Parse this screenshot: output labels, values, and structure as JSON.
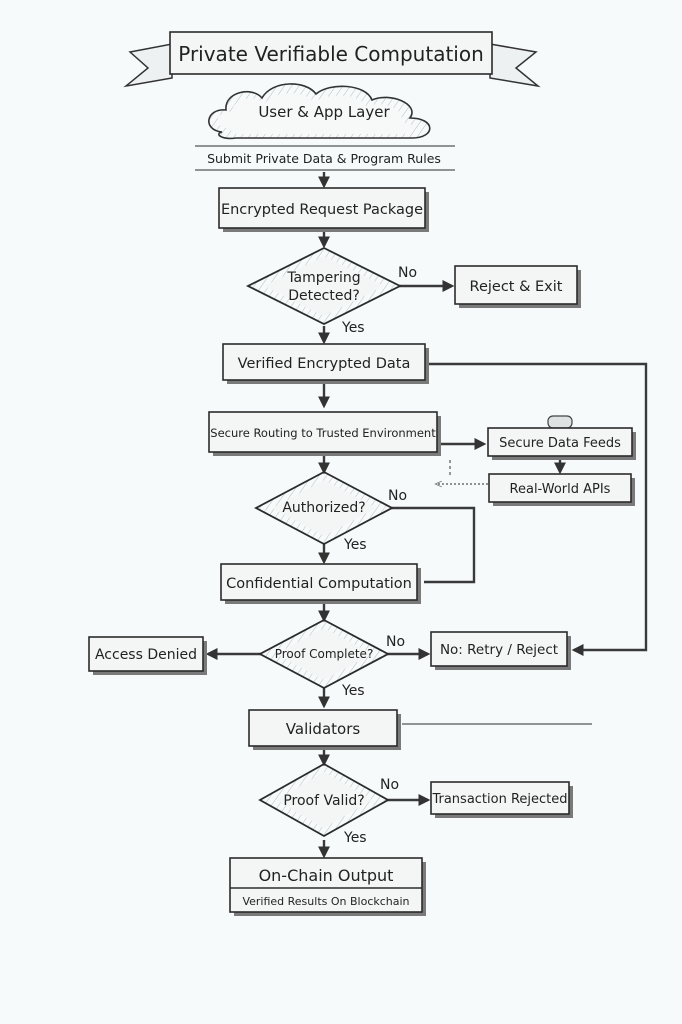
{
  "title": "Private Verifiable Computation",
  "nodes": {
    "user_layer": "User & App Layer",
    "submit": "Submit Private Data & Program Rules",
    "encrypted_request": "Encrypted Request Package",
    "tampering_line1": "Tampering",
    "tampering_line2": "Detected?",
    "reject_exit": "Reject & Exit",
    "verified_data": "Verified Encrypted Data",
    "secure_routing": "Secure Routing to Trusted Environment",
    "secure_feeds": "Secure Data Feeds",
    "real_world_apis": "Real-World APIs",
    "authorized": "Authorized?",
    "confidential_computation": "Confidential Computation",
    "proof_complete": "Proof Complete?",
    "access_denied": "Access Denied",
    "retry_reject": "No: Retry / Reject",
    "validators": "Validators",
    "proof_valid": "Proof Valid?",
    "transaction_rejected": "Transaction Rejected",
    "onchain_output": "On-Chain Output",
    "verified_results": "Verified Results On Blockchain"
  },
  "edge_labels": {
    "tampering_no": "No",
    "tampering_yes": "Yes",
    "authorized_no": "No",
    "authorized_yes": "Yes",
    "proof_complete_no": "No",
    "proof_complete_yes": "Yes",
    "proof_valid_no": "No",
    "proof_valid_yes": "Yes"
  }
}
